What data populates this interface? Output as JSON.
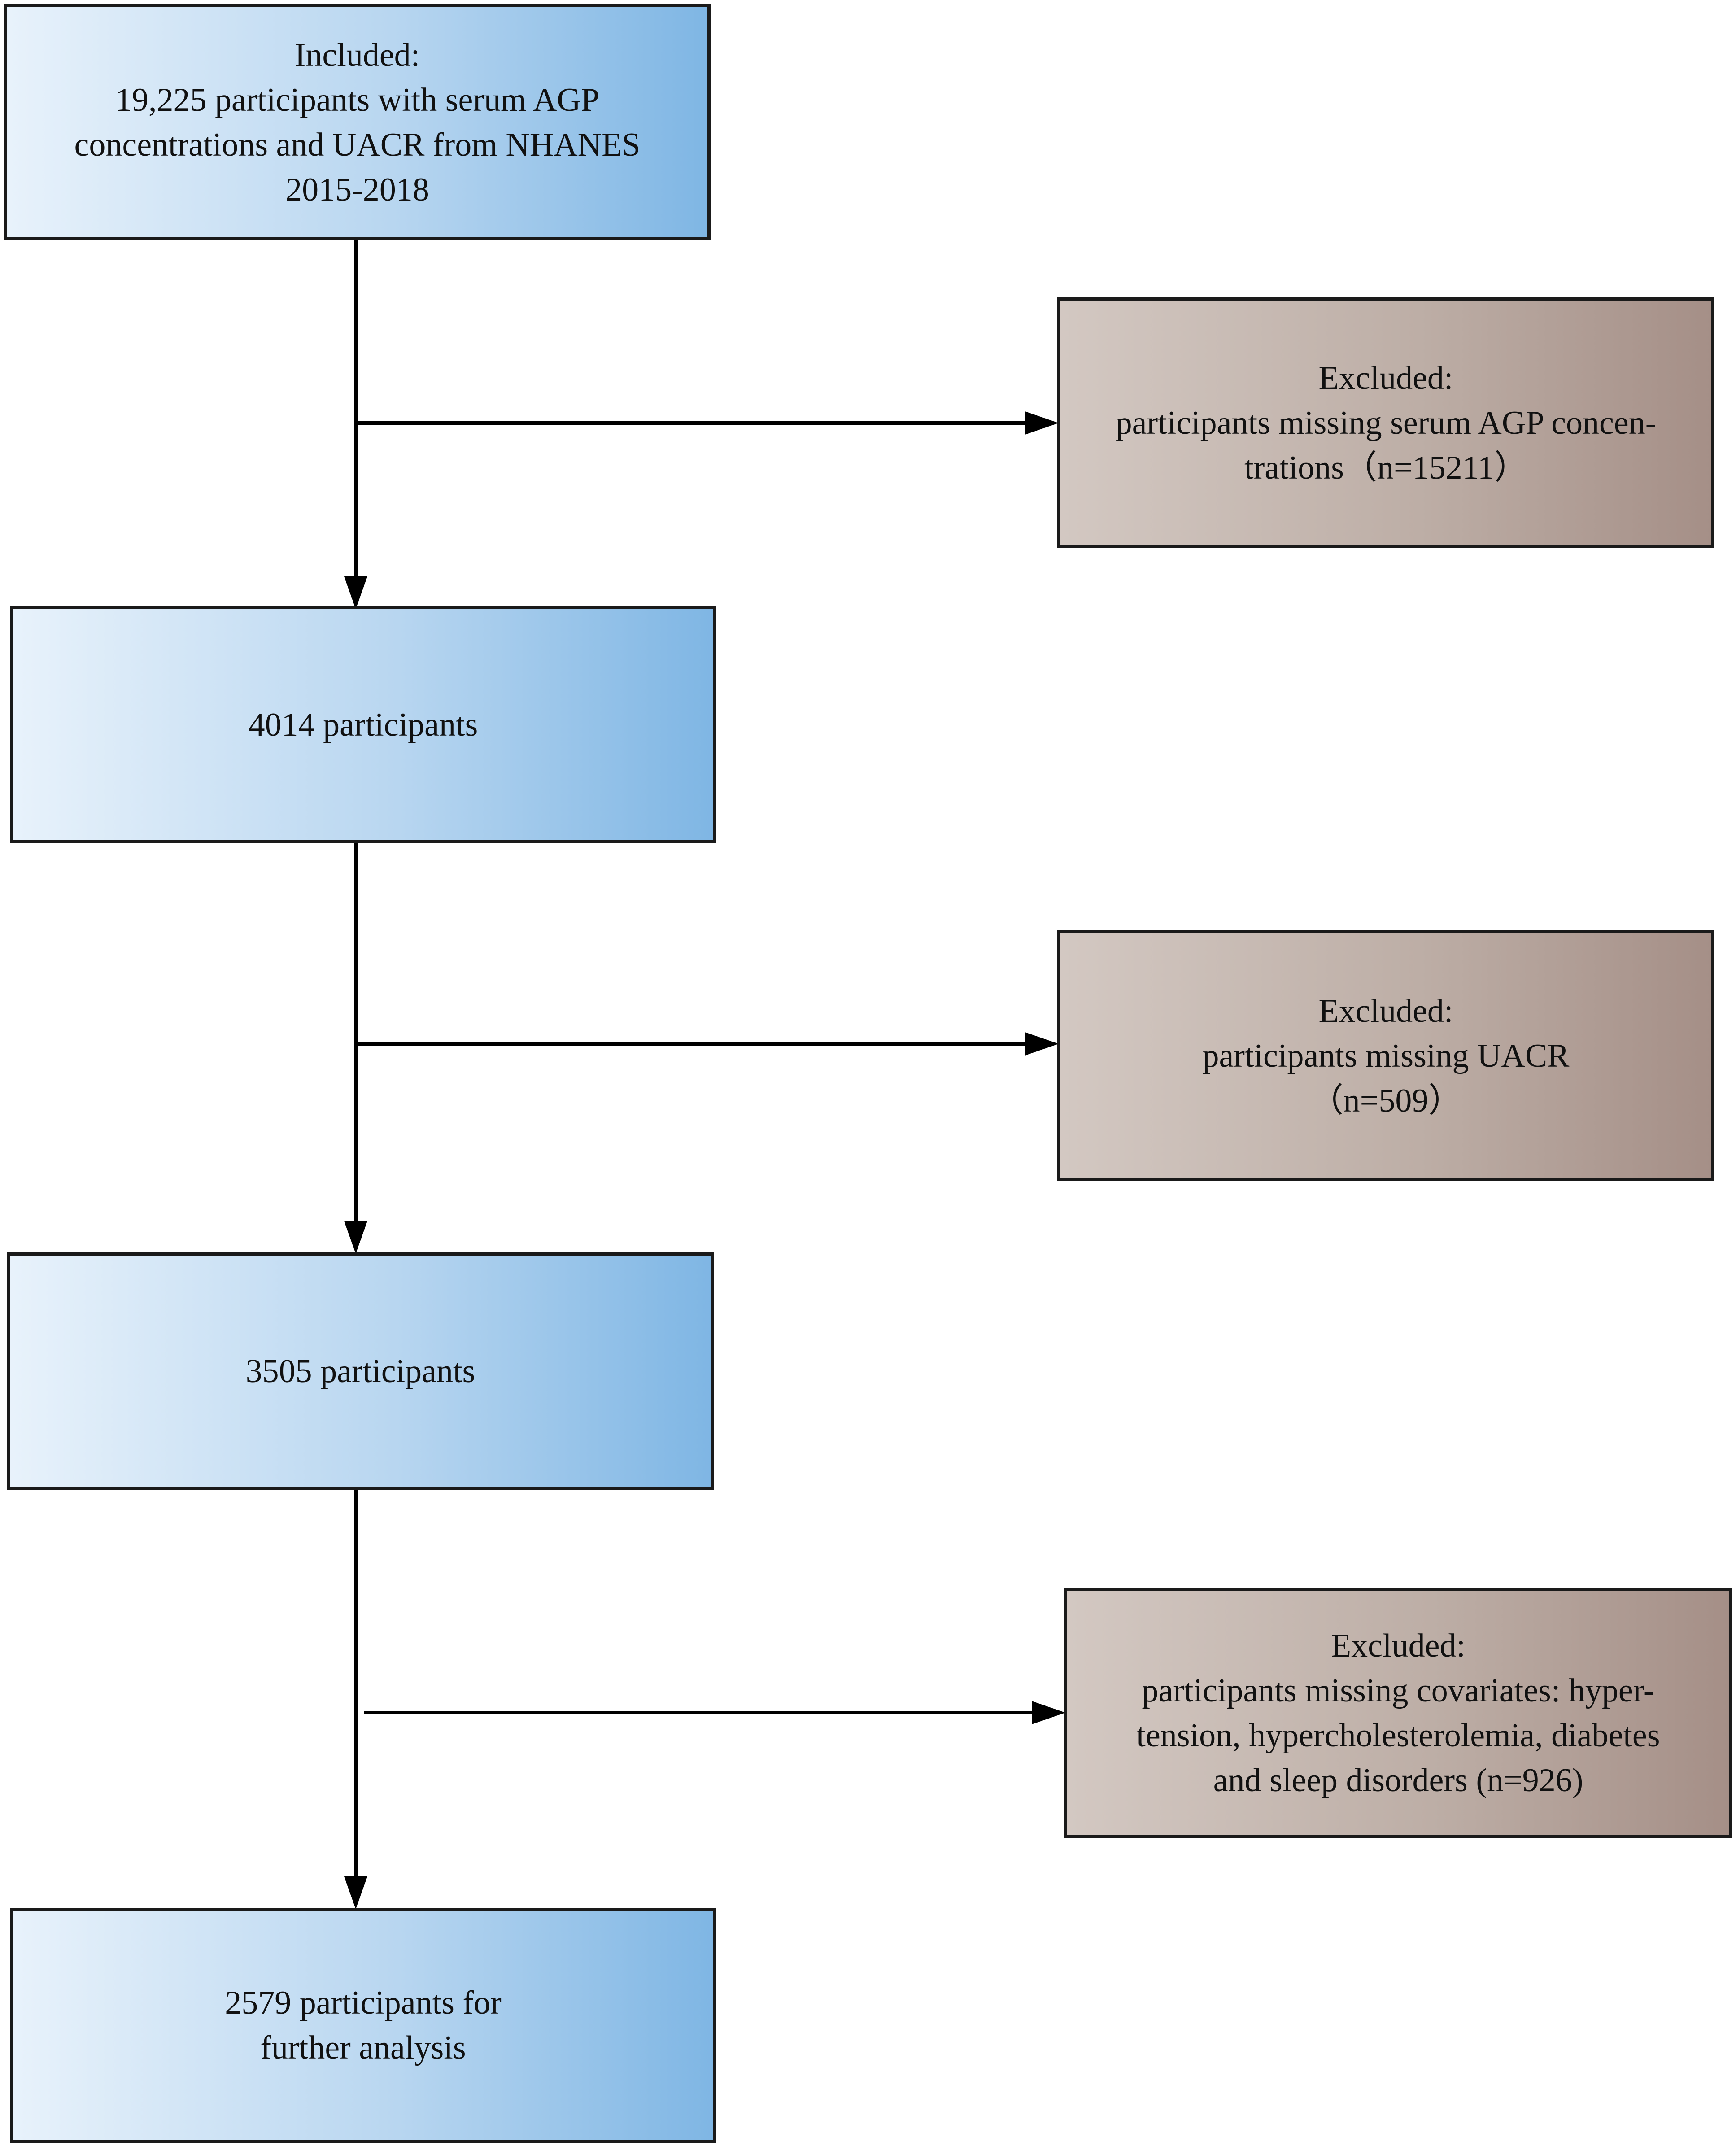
{
  "included_boxes": [
    {
      "id": "included",
      "lines": [
        "Included:",
        "19,225 participants with serum AGP",
        "concentrations and UACR  from NHANES",
        "2015-2018"
      ]
    },
    {
      "id": "step1",
      "lines": [
        "4014 participants"
      ]
    },
    {
      "id": "step2",
      "lines": [
        "3505 participants"
      ]
    },
    {
      "id": "final",
      "lines": [
        "2579 participants for",
        "further analysis"
      ]
    }
  ],
  "excluded_boxes": [
    {
      "id": "excl1",
      "lines": [
        "Excluded:",
        "participants missing serum AGP concen-",
        "trations（n=15211）"
      ]
    },
    {
      "id": "excl2",
      "lines": [
        "Excluded:",
        "participants missing UACR",
        "（n=509）"
      ]
    },
    {
      "id": "excl3",
      "lines": [
        "Excluded:",
        "participants missing covariates: hyper-",
        "tension, hypercholesterolemia, diabetes",
        "and sleep disorders (n=926)"
      ]
    }
  ],
  "colors": {
    "included_gradient": [
      "#e8f2fb",
      "#7fb6e4"
    ],
    "excluded_gradient": [
      "#d3c8c2",
      "#a58f87"
    ],
    "border": "#1a1a1a",
    "arrow": "#000000"
  }
}
